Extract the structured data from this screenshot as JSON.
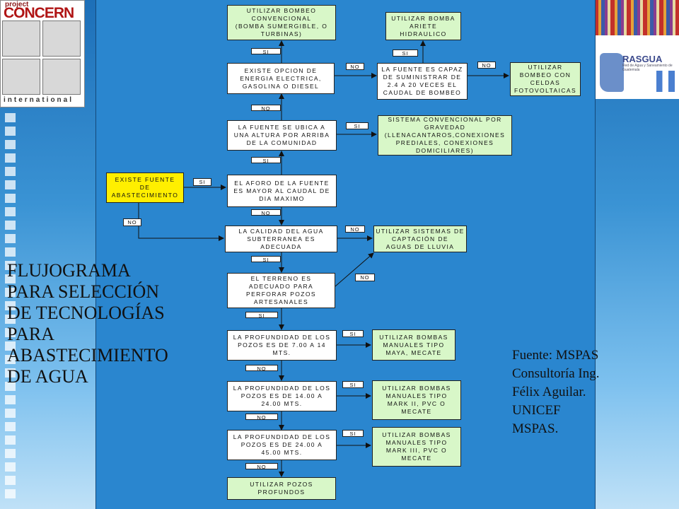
{
  "logo_left": {
    "line1": "project",
    "line2": "CONCERN",
    "line3": "international"
  },
  "logo_right": {
    "brand": "RASGUA",
    "sub": "Red de Agua y Saneamiento de Guatemala"
  },
  "title": "FLUJOGRAMA\nPARA SELECCIÓN\nDE TECNOLOGÍAS\nPARA\nABASTECIMIENTO\nDE AGUA",
  "source": "Fuente: MSPAS\nConsultoría Ing.\nFélix Aguilar.\nUNICEF\nMSPAS.",
  "flow": {
    "bombeo_convencional": "UTILIZAR BOMBEO\nCONVENCIONAL\n(BOMBA SUMERGIBLE, O\nTURBINAS)",
    "bomba_ariete": "UTILIZAR BOMBA\nARIETE\nHIDRAULICO",
    "energia_electrica": "EXISTE OPCION DE\nENERGIA ELECTRICA,\nGASOLINA O DIESEL",
    "fuente_capaz": "LA FUENTE ES CAPAZ\nDE SUMINISTRAR DE\n2.4 A 20 VECES EL\nCAUDAL DE BOMBEO",
    "celdas": "UTILIZAR\nBOMBEO CON\nCELDAS\nFOTOVOLTAICAS",
    "fuente_altura": "LA FUENTE SE UBICA A\nUNA ALTURA POR ARRIBA\nDE LA COMUNIDAD",
    "gravedad": "SISTEMA CONVENCIONAL POR\nGRAVEDAD\n(LLENACANTAROS,CONEXIONES\nPREDIALES, CONEXIONES\nDOMICILIARES)",
    "existe_fuente": "EXISTE FUENTE\nDE\nABASTECIMIENTO",
    "aforo": "EL AFORO DE LA FUENTE\nES MAYOR AL CAUDAL DE\nDIA MAXIMO",
    "calidad": "LA CALIDAD DEL AGUA\nSUBTERRANEA ES\nADECUADA",
    "lluvia": "UTILIZAR SISTEMAS DE\nCAPTACIÓN DE\nAGUAS DE LLUVIA",
    "terreno": "EL TERRENO ES\nADECUADO PARA\nPERFORAR POZOS\nARTESANALES",
    "prof_7_14": "LA PROFUNDIDAD DE LOS\nPOZOS ES DE 7.00 A 14\nMTS.",
    "maya": "UTILIZAR BOMBAS\nMANUALES TIPO\nMAYA, MECATE",
    "prof_14_24": "LA PROFUNDIDAD DE LOS\nPOZOS ES DE 14.00 A\n24.00 MTS.",
    "mark2": "UTILIZAR BOMBAS\nMANUALES TIPO\nMARK II, PVC O\nMECATE",
    "prof_24_45": "LA PROFUNDIDAD DE LOS\nPOZOS ES DE 24.00 A\n45.00 MTS.",
    "mark3": "UTILIZAR BOMBAS\nMANUALES TIPO\nMARK III, PVC O\nMECATE",
    "profundos": "UTILIZAR POZOS\nPROFUNDOS"
  },
  "labels": {
    "si": "SI",
    "no": "NO"
  },
  "colors": {
    "background": "#2a86cf",
    "decision": "#ffffff",
    "action": "#d8f7c8",
    "start": "#ffef00"
  }
}
